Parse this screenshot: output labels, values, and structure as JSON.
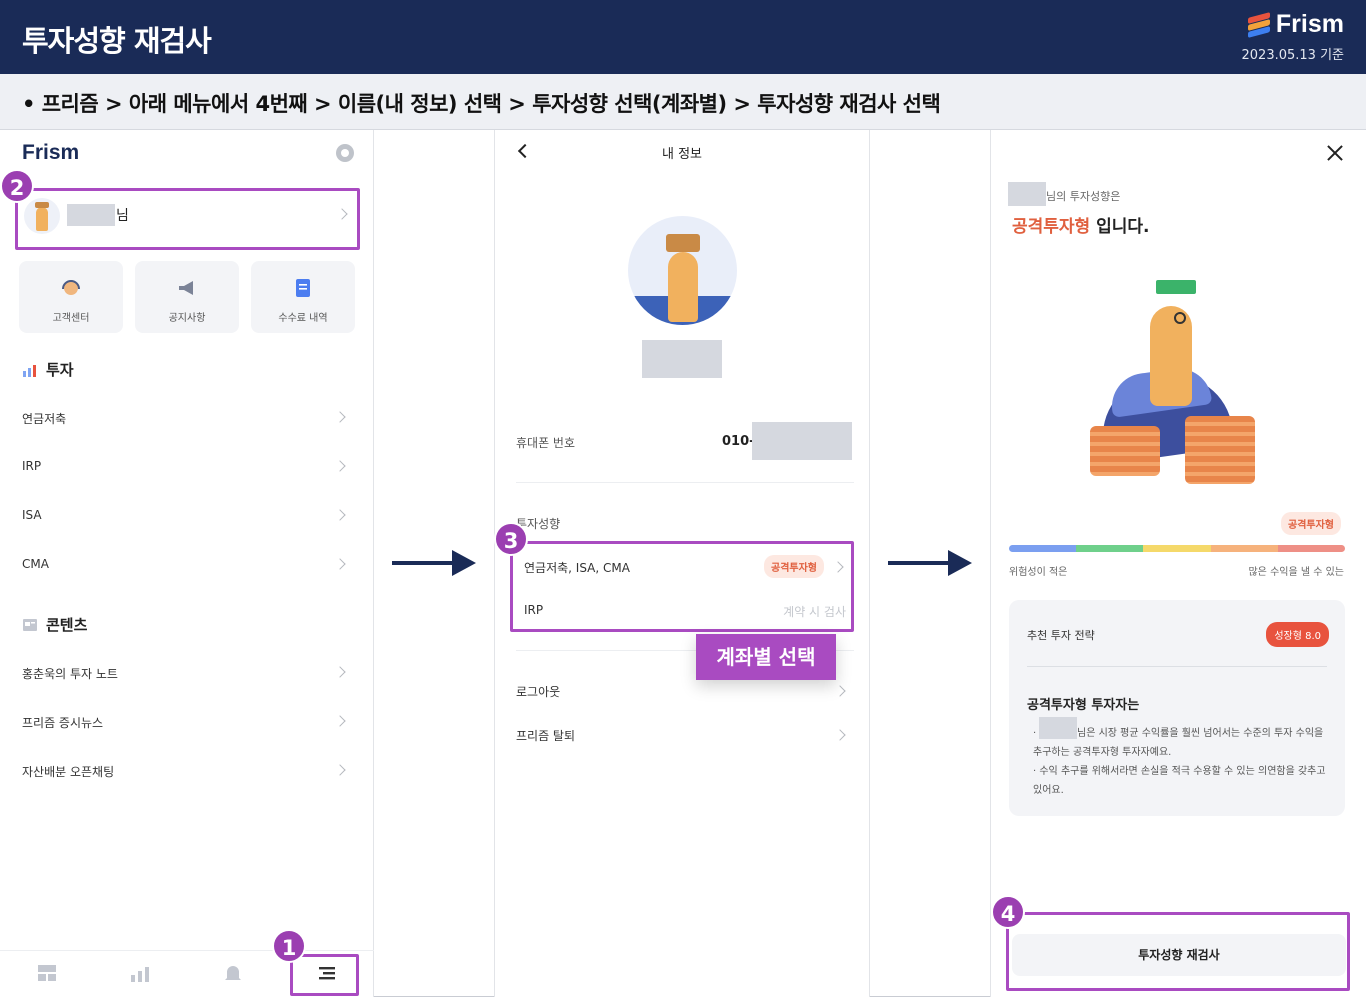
{
  "header": {
    "title": "투자성향 재검사",
    "brand": "Frism",
    "date": "2023.05.13 기준",
    "brand_colors": [
      "#e8533e",
      "#f2a23a",
      "#3d7ff0"
    ]
  },
  "breadcrumb": "•  프리즘  >  아래 메뉴에서 4번째  >  이름(내 정보) 선택  >  투자성향 선택(계좌별)  >  투자성향 재검사 선택",
  "panel1": {
    "app_name": "Frism",
    "user_suffix": "님",
    "quick": [
      {
        "label": "고객센터",
        "icon": "headset-icon"
      },
      {
        "label": "공지사항",
        "icon": "megaphone-icon"
      },
      {
        "label": "수수료 내역",
        "icon": "document-icon"
      }
    ],
    "section_invest": "투자",
    "invest_items": [
      "연금저축",
      "IRP",
      "ISA",
      "CMA"
    ],
    "section_content": "콘텐츠",
    "content_items": [
      "홍춘욱의 투자 노트",
      "프리즘 증시뉴스",
      "자산배분 오픈채팅"
    ],
    "tabs": [
      "home-icon",
      "chart-icon",
      "bell-icon",
      "menu-icon"
    ]
  },
  "panel2": {
    "title": "내 정보",
    "phone_label": "휴대폰 번호",
    "phone_prefix": "010-",
    "section": "투자성향",
    "row1_label": "연금저축, ISA, CMA",
    "row1_tag": "공격투자형",
    "row2_label": "IRP",
    "row2_value": "계약 시 검사",
    "logout": "로그아웃",
    "withdraw": "프리즘 탈퇴",
    "callout": "계좌별 선택"
  },
  "panel3": {
    "intro_suffix": "님의 투자성향은",
    "result_type": "공격투자형",
    "result_suffix": " 입니다.",
    "scale_tag": "공격투자형",
    "scale_left": "위험성이 적은",
    "scale_right": "많은 수익을 낼 수 있는",
    "scale_level": 5,
    "strategy_label": "추천 투자 전략",
    "strategy_tag": "성장형 8.0",
    "desc_title": "공격투자형 투자자는",
    "desc1_suffix": "님은 시장 평균 수익률을 훨씬 넘어서는 수준의 투자 수익을 추구하는 공격투자형 투자자예요.",
    "desc2": "수익 추구를 위해서라면 손실을 적극 수용할 수 있는 의연함을 갖추고 있어요.",
    "retest_button": "투자성향 재검사",
    "scale_colors": [
      "#7b9ff0",
      "#6fd08b",
      "#f5d96a",
      "#f6b27c",
      "#ee8f86"
    ]
  },
  "steps": [
    "1",
    "2",
    "3",
    "4"
  ],
  "accent": "#a94bc1",
  "navy": "#1a2b57"
}
